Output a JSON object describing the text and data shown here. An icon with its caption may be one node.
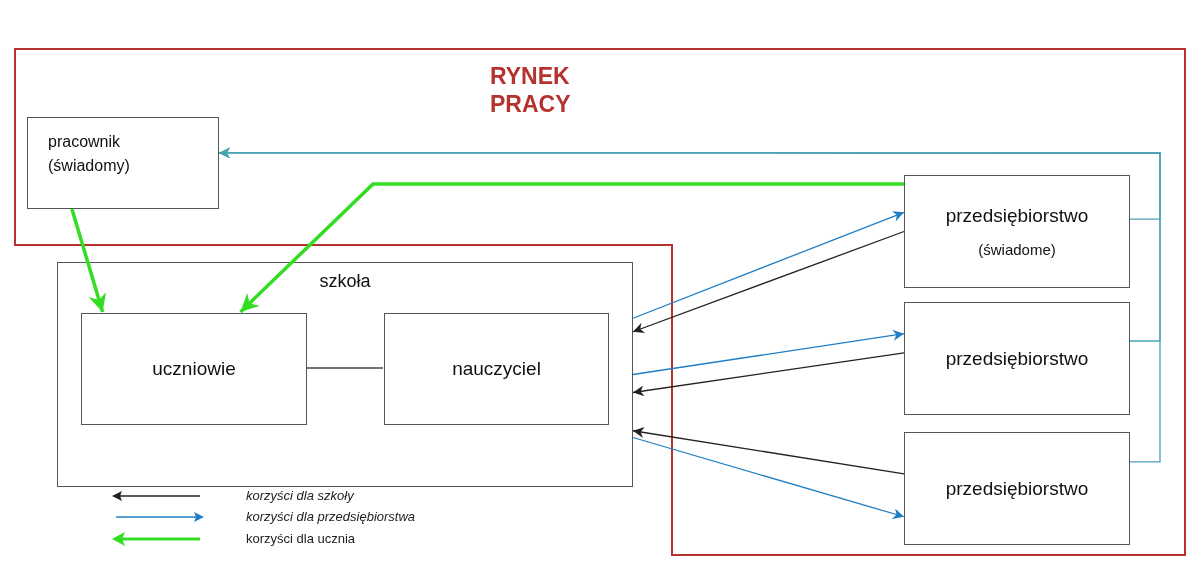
{
  "diagram": {
    "nodes": [
      {
        "text": [
          "RYNEK PRACY"
        ]
      },
      {
        "text": [
          "pracownik (świadomy)"
        ],
        "in": 0
      },
      {
        "text": [
          "szkoła"
        ]
      },
      {
        "text": [
          "uczniowie"
        ],
        "in": 2
      },
      {
        "text": [
          "nauczyciel"
        ],
        "in": 2
      },
      {
        "text": [
          "przedsiębiorstwo",
          "(świadome)"
        ],
        "in": 0
      },
      {
        "text": [
          "przedsiębiorstwo"
        ],
        "in": 0
      },
      {
        "text": [
          "przedsiębiorstwo"
        ],
        "in": 0
      }
    ],
    "edges": [
      {
        "from": 5,
        "to": 1,
        "arrow": "to",
        "color": "#4aa3b5"
      },
      {
        "from": 6,
        "to": 1,
        "arrow": "to",
        "color": "#4aa3b5"
      },
      {
        "from": 7,
        "to": 1,
        "arrow": "to",
        "color": "#4aa3b5"
      },
      {
        "from": 1,
        "to": 3,
        "arrow": "to",
        "style": "thick",
        "color": "#33dd22"
      },
      {
        "from": 5,
        "to": 3,
        "arrow": "to",
        "style": "thick",
        "color": "#33dd22"
      },
      {
        "from": 3,
        "to": 4,
        "arrow": "none",
        "color": "#444444"
      },
      {
        "from": 2,
        "to": 5,
        "arrow": "to",
        "color": "#1f7fc4"
      },
      {
        "from": 5,
        "to": 2,
        "arrow": "to",
        "color": "#222222"
      },
      {
        "from": 2,
        "to": 6,
        "arrow": "to",
        "color": "#1f7fc4"
      },
      {
        "from": 6,
        "to": 2,
        "arrow": "to",
        "color": "#222222"
      },
      {
        "from": 7,
        "to": 2,
        "arrow": "to",
        "color": "#222222"
      },
      {
        "from": 2,
        "to": 7,
        "arrow": "to",
        "color": "#1f7fc4"
      }
    ],
    "legend": [
      {
        "text": "korzyści dla szkoły"
      },
      {
        "text": "korzyści dla przedsiębiorstwa"
      },
      {
        "text": "korzyści dla ucznia"
      }
    ]
  }
}
